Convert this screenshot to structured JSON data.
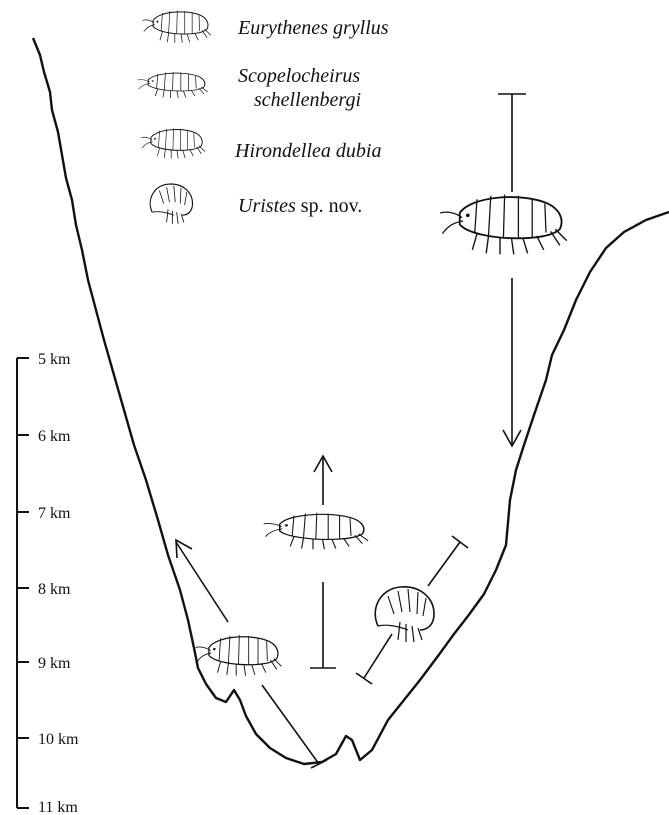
{
  "legend": [
    {
      "genus": "Eurythenes",
      "species": "gryllus",
      "suffix": ""
    },
    {
      "genus": "Scopelocheirus",
      "species": "schellenbergi",
      "suffix": ""
    },
    {
      "genus": "Hirondellea",
      "species": "dubia",
      "suffix": ""
    },
    {
      "genus": "Uristes",
      "species": "",
      "suffix": "sp. nov."
    }
  ],
  "depth_scale": {
    "unit": "km",
    "labels": [
      "5 km",
      "6 km",
      "7 km",
      "8 km",
      "9 km",
      "10 km",
      "11 km"
    ]
  },
  "colors": {
    "ink": "#111111",
    "background": "#ffffff"
  },
  "icons": [
    "amphipod-icon"
  ]
}
